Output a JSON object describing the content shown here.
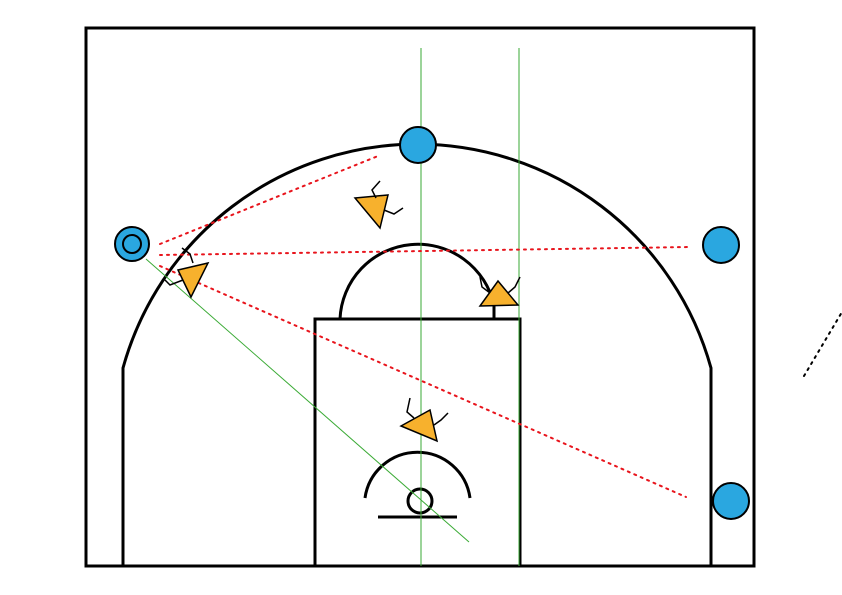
{
  "colors": {
    "court_lines": "#000000",
    "offense_player": "#2aa7e0",
    "defense_player": "#f7b12d",
    "pass_lines": "#e8141c",
    "guide_lines": "#3aaa35",
    "off_court_line": "#000000",
    "background": "#ffffff"
  },
  "offense_players": [
    {
      "role": "ball-handler",
      "has_ball": true
    },
    {
      "role": "top",
      "has_ball": false
    },
    {
      "role": "right-wing",
      "has_ball": false
    },
    {
      "role": "right-corner",
      "has_ball": false
    }
  ],
  "defense_players": [
    {
      "role": "on-ball"
    },
    {
      "role": "top-help"
    },
    {
      "role": "elbow"
    },
    {
      "role": "paint"
    }
  ],
  "pass_lanes": [
    {
      "from": "ball-handler",
      "to": "top"
    },
    {
      "from": "ball-handler",
      "to": "right-wing"
    },
    {
      "from": "ball-handler",
      "to": "right-corner"
    }
  ]
}
